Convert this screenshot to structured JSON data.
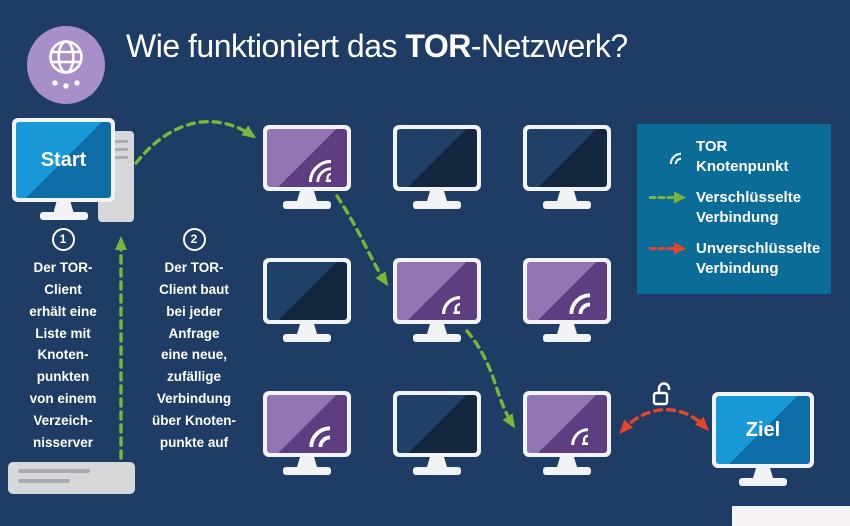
{
  "title": {
    "prefix": "Wie funktioniert das ",
    "bold": "TOR",
    "suffix": "-Netzwerk?"
  },
  "start_label": "Start",
  "ziel_label": "Ziel",
  "annotations": [
    {
      "number": "1",
      "text": "Der TOR-\nClient\nerhält eine\nListe mit\nKnoten-\npunkten\nvon einem\nVerzeich-\nnisserver"
    },
    {
      "number": "2",
      "text": "Der TOR-\nClient baut\nbei jeder\nAnfrage\neine neue,\nzufällige\nVerbindung\nüber Knoten-\npunkte auf"
    }
  ],
  "legend": {
    "node_label": "TOR Knotenpunkt",
    "encrypted_label": "Verschlüsselte\nVerbindung",
    "unencrypted_label": "Unverschlüsselte\nVerbindung"
  },
  "nodes": {
    "grid_rows": 3,
    "grid_cols": 3,
    "types": [
      [
        "tor-node-rings-lock",
        "computer",
        "computer"
      ],
      [
        "computer",
        "tor-node-lock",
        "tor-node-rings"
      ],
      [
        "tor-node-rings",
        "computer",
        "tor-node-lock"
      ]
    ],
    "route": [
      "start",
      "node-r1c1",
      "node-r2c2",
      "node-r3c3",
      "ziel"
    ]
  },
  "colors": {
    "background": "#1e3c64",
    "encrypted_arrow_green": "#79b63a",
    "unencrypted_arrow_red": "#e8432b",
    "legend_background": "#0c6c98",
    "node_purple_light": "#9174b2",
    "node_purple_dark": "#5d3e80",
    "screen_blue_light": "#1898d6",
    "screen_blue_dark": "#0d6da6",
    "logo_purple": "#a88fc7"
  }
}
